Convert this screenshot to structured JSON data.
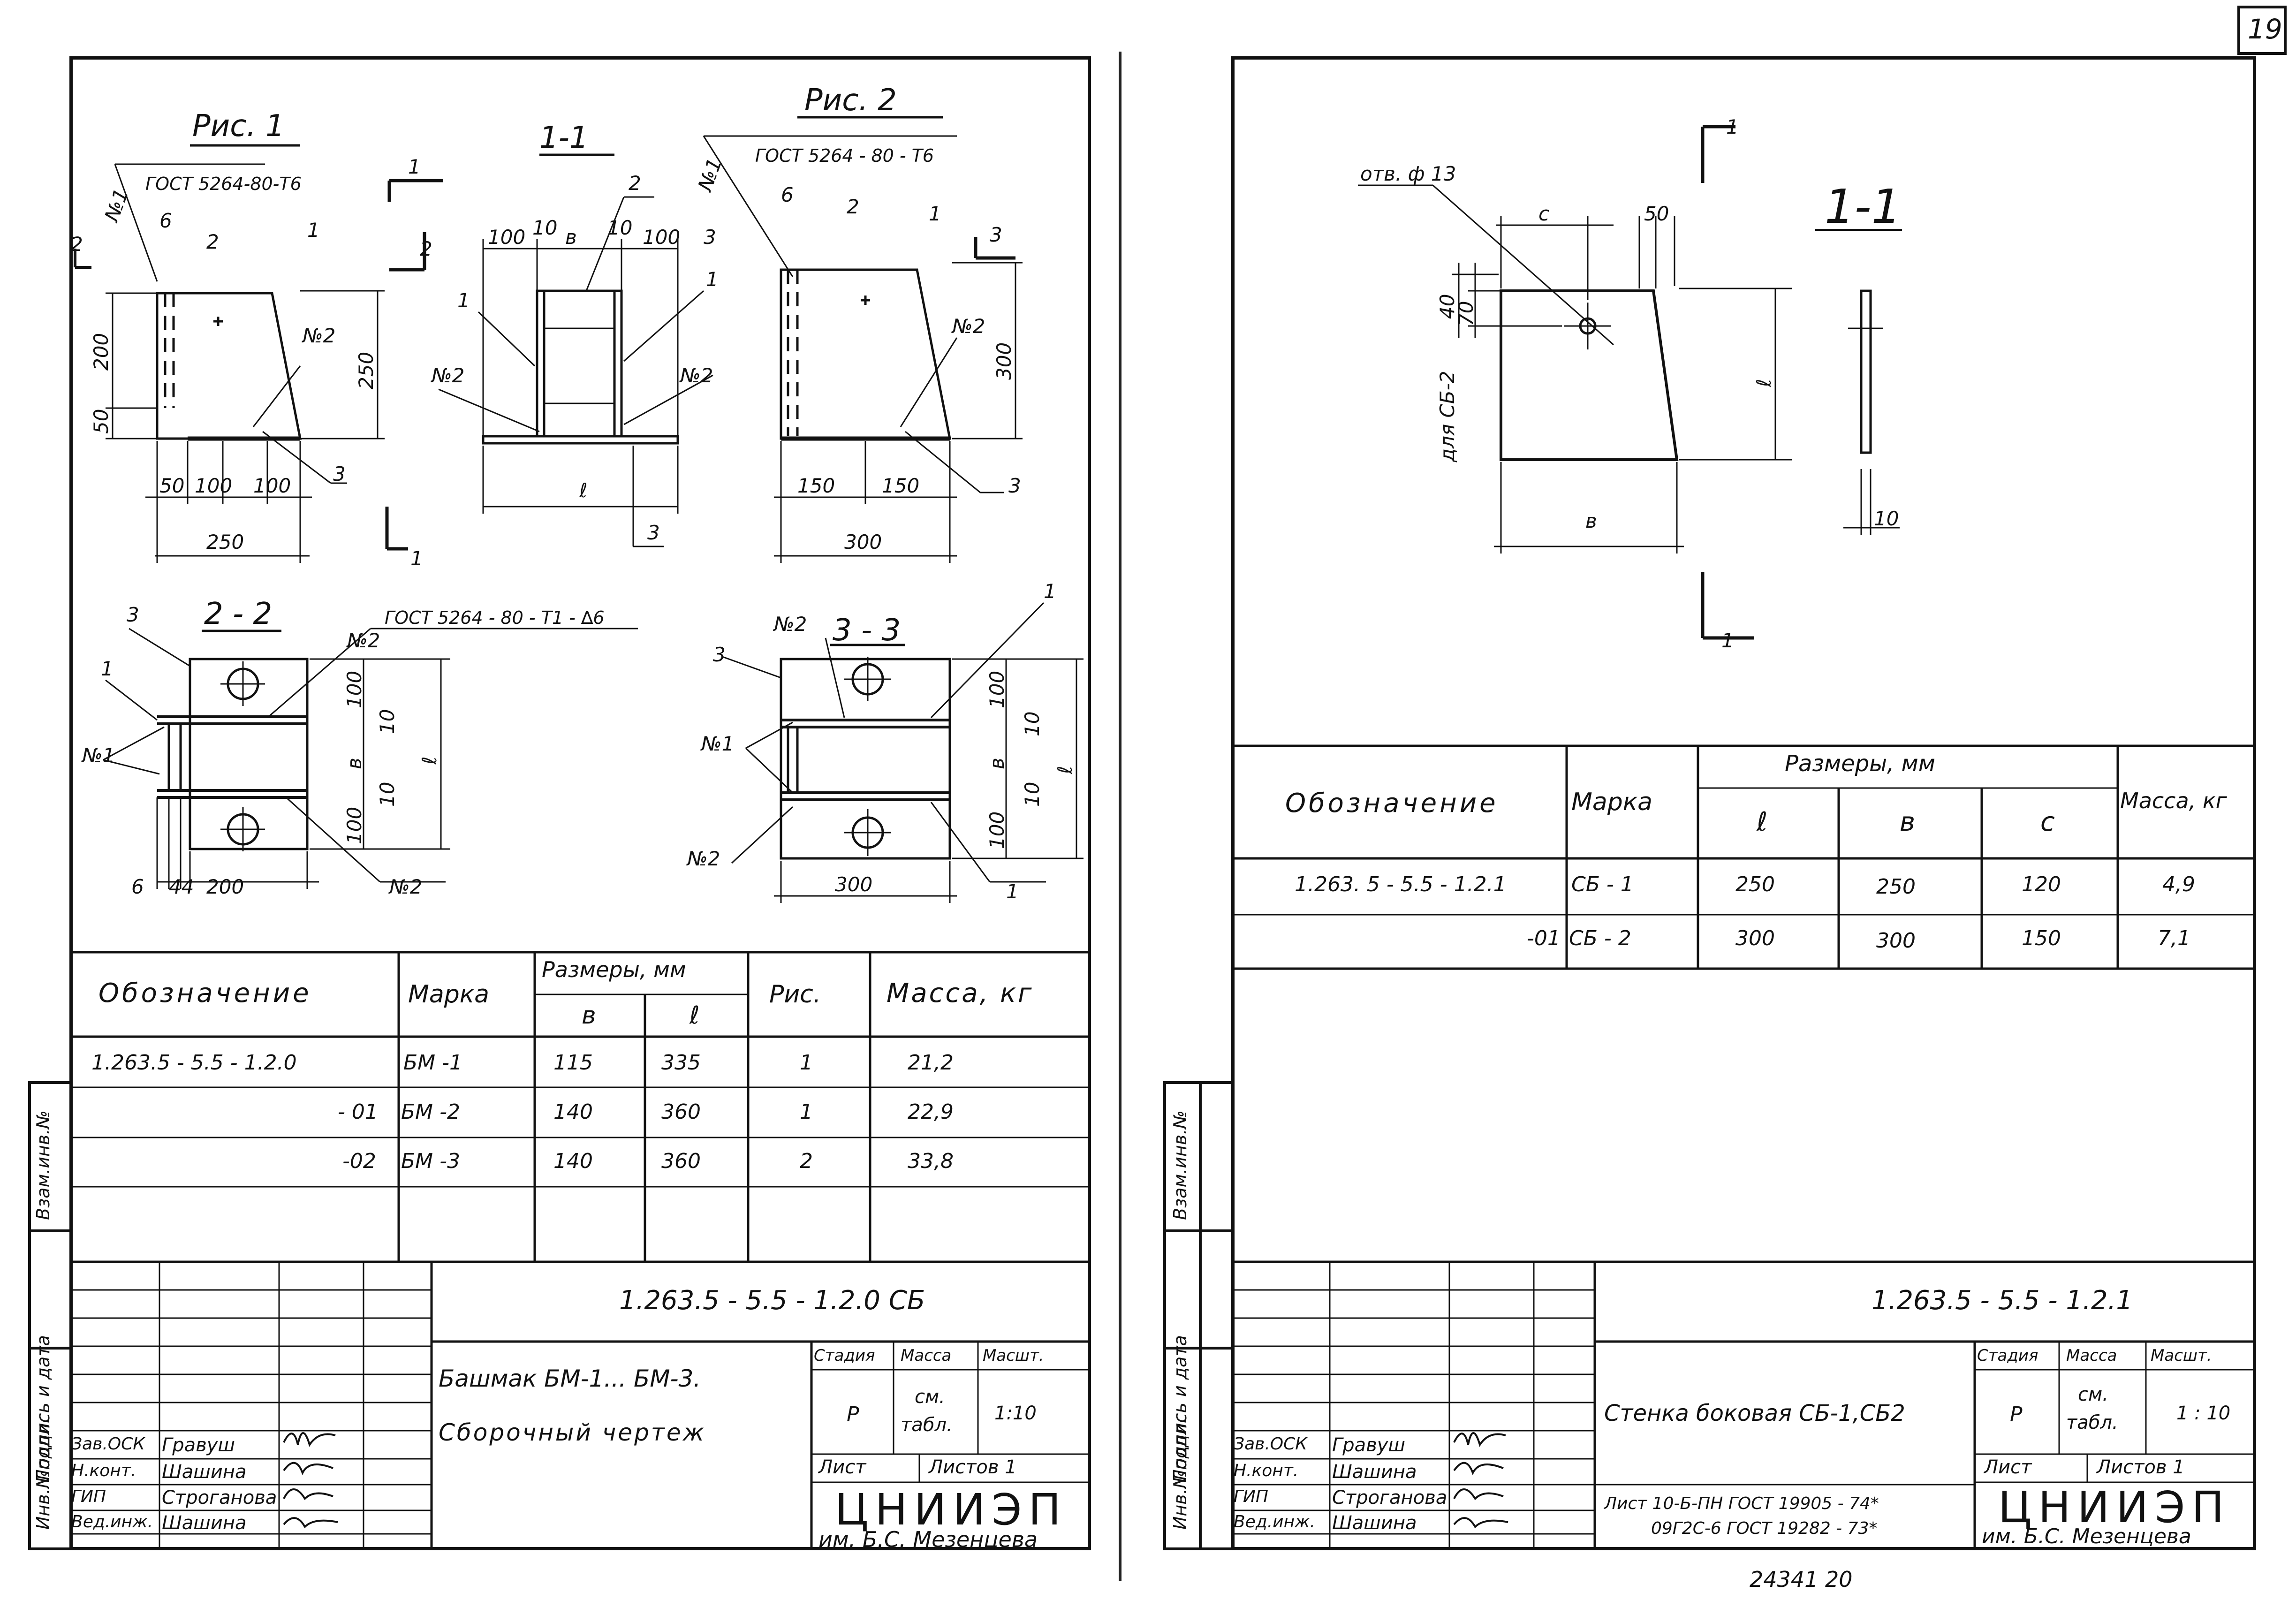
{
  "page_number": "19",
  "bottom_note": "24341   20",
  "left_sheet": {
    "fig1": {
      "title": "Рис. 1",
      "gost": "ГОСТ 5264-80-Т6",
      "section_mark": "1",
      "dims": {
        "d200": "200",
        "d50": "50",
        "d250h": "250",
        "d50b": "50",
        "d100a": "100",
        "d100b": "100",
        "d250w": "250",
        "d6": "6"
      },
      "labels": {
        "n1": "№1",
        "n2": "№2",
        "c1": "1",
        "c2": "2",
        "c3": "3",
        "m2": "2"
      }
    },
    "sec11": {
      "title": "1-1",
      "dims": {
        "a": "100",
        "b": "10",
        "c": "в",
        "d": "10",
        "e": "100",
        "l": "ℓ"
      },
      "labels": {
        "c1": "1",
        "c2": "2",
        "c3": "3",
        "n2a": "№2",
        "n2b": "№2",
        "c1b": "1"
      }
    },
    "fig2": {
      "title": "Рис. 2",
      "gost": "ГОСТ 5264 - 80 - Т6",
      "dims": {
        "d300h": "300",
        "d150a": "150",
        "d150b": "150",
        "d300w": "300",
        "d6": "6"
      },
      "labels": {
        "n1": "№1",
        "n2": "№2",
        "c1": "1",
        "c2": "2",
        "c3": "3",
        "m3": "3"
      }
    },
    "sec22": {
      "title": "2 - 2",
      "gost": "ГОСТ 5264 - 80 - Т1 - ∆6",
      "dims": {
        "d100a": "100",
        "d10a": "10",
        "dv": "в",
        "d10b": "10",
        "d100b": "100",
        "dl": "ℓ",
        "d6": "6",
        "d44": "44",
        "d200": "200"
      },
      "labels": {
        "c3": "3",
        "c1": "1",
        "n1": "№1",
        "n2": "№2",
        "n2b": "№2"
      }
    },
    "sec33": {
      "title": "3 - 3",
      "dims": {
        "d100a": "100",
        "d10a": "10",
        "dv": "в",
        "d10b": "10",
        "d100b": "100",
        "dl": "ℓ",
        "d300": "300"
      },
      "labels": {
        "c3": "3",
        "c1": "1",
        "n1": "№1",
        "n2": "№2",
        "n2b": "№2",
        "c1b": "1"
      }
    },
    "table": {
      "headers": {
        "designation": "Обозначение",
        "mark": "Марка",
        "sizes": "Размеры, мм",
        "b": "в",
        "l": "ℓ",
        "fig": "Рис.",
        "mass": "Масса, кг"
      },
      "rows": [
        {
          "designation": "1.263.5 - 5.5  - 1.2.0",
          "mark": "БМ -1",
          "b": "115",
          "l": "335",
          "fig": "1",
          "mass": "21,2"
        },
        {
          "designation": "- 01",
          "mark": "БМ -2",
          "b": "140",
          "l": "360",
          "fig": "1",
          "mass": "22,9"
        },
        {
          "designation": "-02",
          "mark": "БМ -3",
          "b": "140",
          "l": "360",
          "fig": "2",
          "mass": "33,8"
        }
      ]
    },
    "title_block": {
      "code": "1.263.5 - 5.5     -  1.2.0 СБ",
      "name_line1": "Башмак БМ-1... БМ-3.",
      "name_line2": "Сборочный   чертеж",
      "stage_h": "Стадия",
      "mass_h": "Масса",
      "scale_h": "Масшт.",
      "stage": "Р",
      "mass_line1": "см.",
      "mass_line2": "табл.",
      "scale": "1:10",
      "sheet": "Лист",
      "sheets": "Листов 1",
      "org": "ЦНИИЭП",
      "org_sub": "им. Б.С. Мезенцева",
      "people": [
        {
          "role": "Зав.ОСК",
          "name": "Гравуш"
        },
        {
          "role": "Н.конт.",
          "name": "Шашина"
        },
        {
          "role": "ГИП",
          "name": "Строганова"
        },
        {
          "role": "Вед.инж.",
          "name": "Шашина"
        }
      ]
    },
    "side": {
      "a": "Инв.№подл.",
      "b": "Подпись и дата",
      "c": "Взам.инв.№"
    }
  },
  "right_sheet": {
    "drawing": {
      "hole": "отв. ф 13",
      "title": "1-1",
      "sec": "1",
      "dims": {
        "c": "с",
        "d50": "50",
        "d40": "40",
        "d70": "70",
        "note": "для СБ-2",
        "l": "ℓ",
        "b": "в",
        "d10": "10"
      }
    },
    "table": {
      "headers": {
        "designation": "Обозначение",
        "mark": "Марка",
        "sizes": "Размеры, мм",
        "l": "ℓ",
        "b": "в",
        "c": "с",
        "mass": "Масса, кг"
      },
      "rows": [
        {
          "designation": "1.263. 5 - 5.5 - 1.2.1",
          "mark": "СБ - 1",
          "l": "250",
          "b": "250",
          "c": "120",
          "mass": "4,9"
        },
        {
          "designation": "-01",
          "mark": "СБ - 2",
          "l": "300",
          "b": "300",
          "c": "150",
          "mass": "7,1"
        }
      ]
    },
    "title_block": {
      "code": "1.263.5  -  5.5    - 1.2.1",
      "name": "Стенка боковая СБ-1,СБ2",
      "ref_line1": "Лист 10-Б-ПН ГОСТ 19905 - 74*",
      "ref_line2": "09Г2С-6 ГОСТ 19282 - 73*",
      "stage_h": "Стадия",
      "mass_h": "Масса",
      "scale_h": "Масшт.",
      "stage": "Р",
      "mass_line1": "см.",
      "mass_line2": "табл.",
      "scale": "1 : 10",
      "sheet": "Лист",
      "sheets": "Листов 1",
      "org": "ЦНИИЭП",
      "org_sub": "им. Б.С. Мезенцева",
      "people": [
        {
          "role": "Зав.ОСК",
          "name": "Гравуш"
        },
        {
          "role": "Н.конт.",
          "name": "Шашина"
        },
        {
          "role": "ГИП",
          "name": "Строганова"
        },
        {
          "role": "Вед.инж.",
          "name": "Шашина"
        }
      ]
    },
    "side": {
      "a": "Инв.№подл.",
      "b": "Подпись и дата",
      "c": "Взам.инв.№"
    }
  }
}
